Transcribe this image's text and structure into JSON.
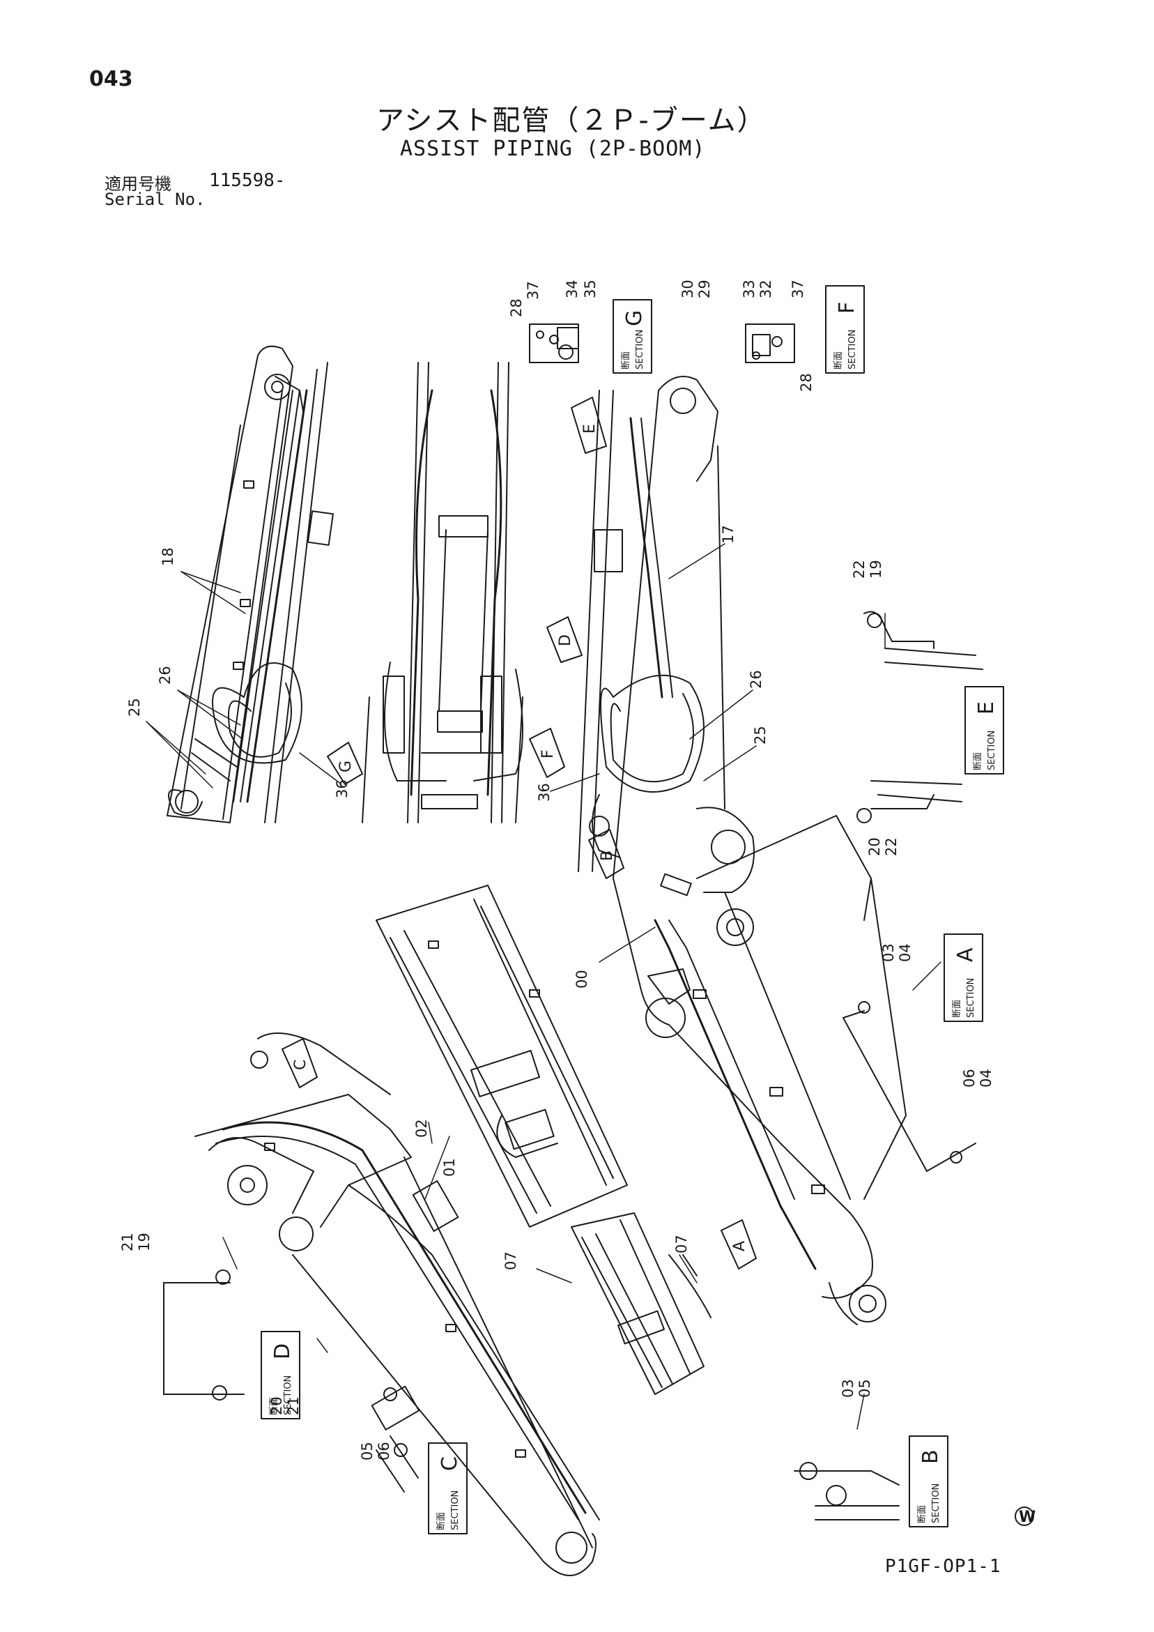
{
  "header": {
    "page_number": "043",
    "title_ja": "アシスト配管（２Ｐ-ブーム）",
    "title_en": "ASSIST PIPING (2P-BOOM)",
    "serial_label_ja": "適用号機",
    "serial_value": "115598-",
    "serial_label_en": "Serial No."
  },
  "footer": {
    "drawing_code": "P1GF-OP1-1",
    "manufacturer_mark": "W"
  },
  "section_box": {
    "ja": "断面",
    "en": "SECTION"
  },
  "sections": {
    "G": "G",
    "F": "F",
    "E": "E",
    "A": "A",
    "D": "D",
    "C": "C",
    "B": "B"
  },
  "view_markers": {
    "E": "E",
    "D": "D",
    "G": "G",
    "F": "F",
    "B": "B",
    "C": "C",
    "A": "A"
  },
  "callouts": {
    "p28_g": "28",
    "p37_g": "37",
    "p34": "34",
    "p35": "35",
    "p30": "30",
    "p29": "29",
    "p33": "33",
    "p32": "32",
    "p37_f": "37",
    "p28_f": "28",
    "p18": "18",
    "p26_l": "26",
    "p25_l": "25",
    "p36_l": "36",
    "p17": "17",
    "p26_r": "26",
    "p25_r": "25",
    "p36_r": "36",
    "p22_e1": "22",
    "p19_e1": "19",
    "p20_e2": "20",
    "p22_e2": "22",
    "p00": "00",
    "p03_a": "03",
    "p04_a1": "04",
    "p06_a": "06",
    "p04_a2": "04",
    "p02": "02",
    "p01": "01",
    "p07_l": "07",
    "p07_r": "07",
    "p21_d1": "21",
    "p19_d1": "19",
    "p20_d2": "20",
    "p21_d2": "21",
    "p05_c": "05",
    "p06_c": "06",
    "p03_b": "03",
    "p05_b": "05"
  }
}
